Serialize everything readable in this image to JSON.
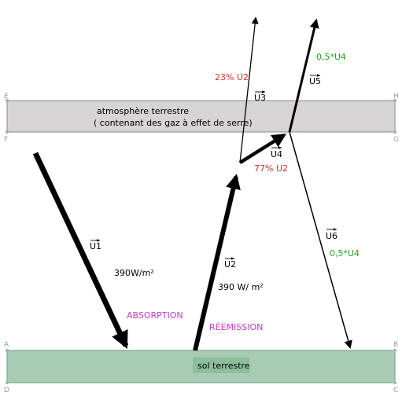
{
  "points": {
    "A": "A",
    "B": "B",
    "C": "C",
    "D": "D",
    "E": "E",
    "F": "F",
    "G": "G",
    "H": "H"
  },
  "atmosphere": {
    "line1": "atmosphère terrestre",
    "line2": "( contenant des gaz à effet de serre)"
  },
  "ground": {
    "label": "sol terrestre"
  },
  "vectors": {
    "u1": "U1",
    "u2": "U2",
    "u3": "U3",
    "u4": "U4",
    "u5": "U5",
    "u6": "U6"
  },
  "annotations": {
    "flux_u1": "390W/m²",
    "flux_u2": "390 W/ m²",
    "absorption": "ABSORPTION",
    "reemission": "RÉEMISSION",
    "pct_23": "23% U2",
    "pct_77": "77% U2",
    "half_u4_top": "0,5*U4",
    "half_u4_bottom": "0,5*U4"
  },
  "colors": {
    "atmosphere_fill": "#d8d3d4",
    "ground_fill": "#a8cbb3",
    "ground_label_fill": "#8cbf9b",
    "red_text": "#d6302f",
    "green_text": "#1aa61a",
    "magenta_text": "#c33ac3"
  }
}
